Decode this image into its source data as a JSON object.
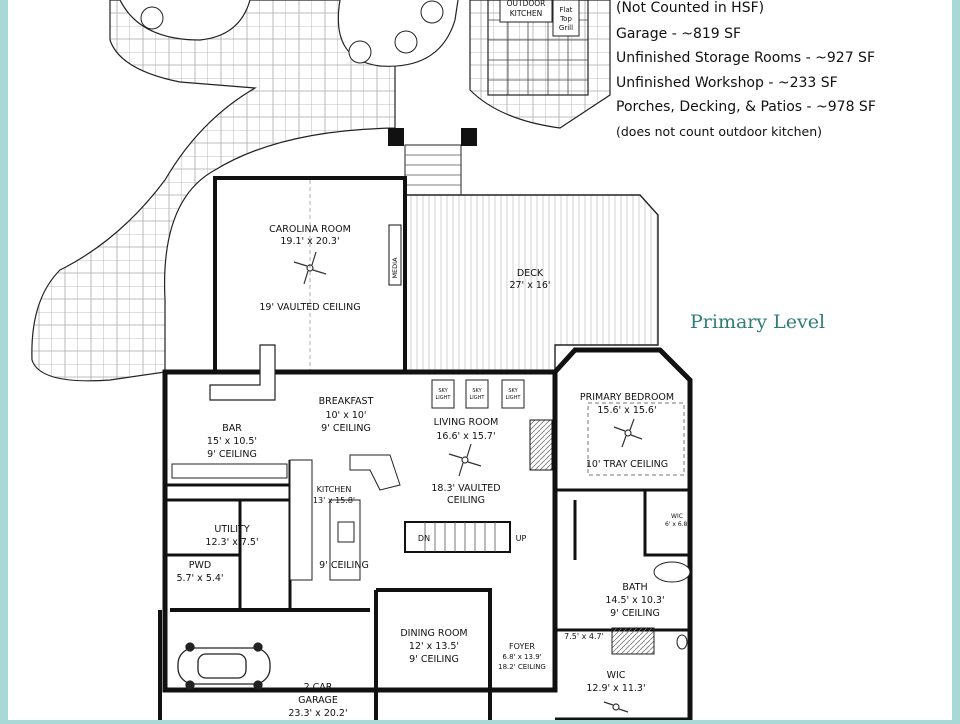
{
  "notes": {
    "not_counted": "(Not Counted in HSF)",
    "garage": "Garage - ~819 SF",
    "storage": "Unfinished Storage Rooms - ~927 SF",
    "workshop": "Unfinished Workshop - ~233 SF",
    "porches": "Porches, Decking, & Patios - ~978 SF",
    "porches_note": "(does not count outdoor kitchen)"
  },
  "level_title": "Primary Level",
  "outdoor": {
    "kitchen": [
      "OUTDOOR",
      "KITCHEN"
    ],
    "grill": [
      "Flat",
      "Top",
      "Grill"
    ]
  },
  "rooms": {
    "carolina": {
      "name": "CAROLINA ROOM",
      "dims": "19.1' x 20.3'",
      "ceiling": "19' VAULTED CEILING",
      "media": "MEDIA"
    },
    "deck": {
      "name": "DECK",
      "dims": "27' x 16'"
    },
    "breakfast": {
      "name": "BREAKFAST",
      "dims": "10' x 10'",
      "ceiling": "9' CEILING"
    },
    "bar": {
      "name": "BAR",
      "dims": "15' x 10.5'",
      "ceiling": "9' CEILING"
    },
    "living": {
      "name": "LIVING ROOM",
      "dims": "16.6' x 15.7'",
      "ceiling1": "18.3' VAULTED",
      "ceiling2": "CEILING"
    },
    "skylight": [
      "SKY",
      "LIGHT"
    ],
    "primary_bedroom": {
      "name": "PRIMARY BEDROOM",
      "dims": "15.6' x 15.6'",
      "ceiling": "10' TRAY CEILING"
    },
    "kitchen": {
      "name": "KITCHEN",
      "dims": "13' x 15.8'",
      "ceiling": "9' CEILING"
    },
    "utility": {
      "name": "UTILITY",
      "dims": "12.3' x 7.5'"
    },
    "pwd": {
      "name": "PWD",
      "dims": "5.7' x 5.4'"
    },
    "stairs": {
      "down": "DN",
      "up": "UP"
    },
    "wic_small": {
      "name": "WIC",
      "dims": "6' x 6.8'"
    },
    "bath": {
      "name": "BATH",
      "dims": "14.5' x 10.3'",
      "ceiling": "9' CEILING"
    },
    "closet": {
      "dims": "7.5' x 4.7'"
    },
    "dining": {
      "name": "DINING ROOM",
      "dims": "12' x 13.5'",
      "ceiling": "9' CEILING"
    },
    "foyer": {
      "name": "FOYER",
      "dims": "6.8' x 13.9'",
      "ceiling": "18.2' CEILING"
    },
    "garage": {
      "name1": "2 CAR",
      "name2": "GARAGE",
      "dims": "23.3' x 20.2'"
    },
    "wic_large": {
      "name": "WIC",
      "dims": "12.9' x 11.3'"
    }
  },
  "colors": {
    "background": "#a9d9d6",
    "paper": "#ffffff",
    "ink": "#111111",
    "title": "#2f7d78"
  }
}
